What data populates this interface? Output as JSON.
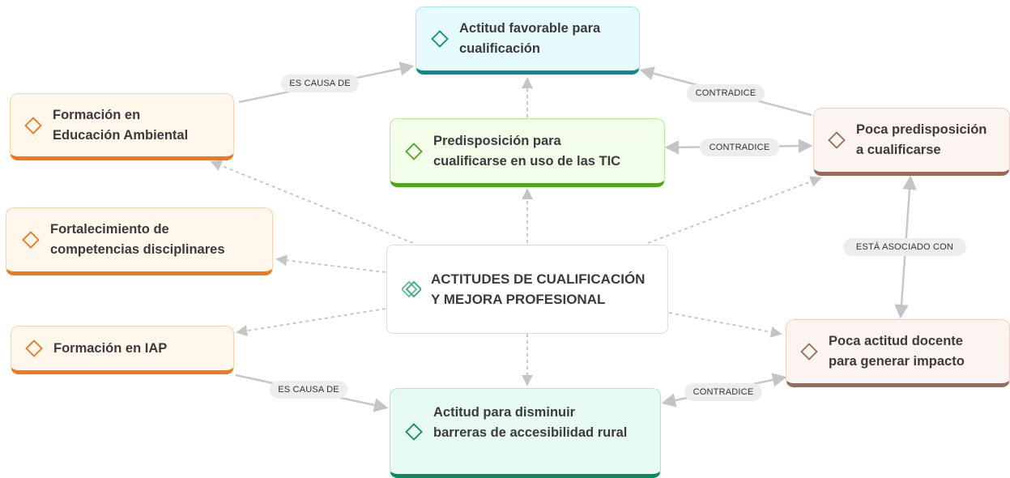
{
  "nodes": {
    "center": {
      "label_line1": "ACTITUDES DE CUALIFICACIÓN",
      "label_line2": "Y MEJORA PROFESIONAL",
      "icon": "double-diamond-icon",
      "color": "#3fae8a"
    },
    "actitud_favorable": {
      "label_line1": "Actitud favorable para",
      "label_line2": "cualificación",
      "icon": "diamond-icon",
      "color": "#0f8890"
    },
    "predisposicion_tic": {
      "label_line1": "Predisposición para",
      "label_line2": "cualificarse en uso de las TIC",
      "icon": "diamond-icon",
      "color": "#4fa61b"
    },
    "actitud_barreras": {
      "label_line1": "Actitud para disminuir",
      "label_line2": "barreras de accesibilidad rural",
      "icon": "diamond-icon",
      "color": "#0e8a5f"
    },
    "formacion_ambiental": {
      "label_line1": "Formación en",
      "label_line2": "Educación Ambiental",
      "icon": "diamond-icon",
      "color": "#f0771a"
    },
    "fortalecimiento": {
      "label_line1": "Fortalecimiento de",
      "label_line2": "competencias disciplinares",
      "icon": "diamond-icon",
      "color": "#f0771a"
    },
    "formacion_iap": {
      "label": "Formación en IAP",
      "icon": "diamond-icon",
      "color": "#f0771a"
    },
    "poca_predisposicion": {
      "label_line1": "Poca predisposición",
      "label_line2": "a cualificarse",
      "icon": "diamond-icon",
      "color": "#9a6a58"
    },
    "poca_actitud": {
      "label_line1": "Poca actitud docente",
      "label_line2": "para generar impacto",
      "icon": "diamond-icon",
      "color": "#9a6a58"
    }
  },
  "relations": {
    "es_causa_de_top": "ES CAUSA DE",
    "contradice_top": "CONTRADICE",
    "contradice_middle": "CONTRADICE",
    "esta_asociado_con": "ESTÁ ASOCIADO CON",
    "es_causa_de_bottom": "ES CAUSA DE",
    "contradice_bottom": "CONTRADICE"
  },
  "colors": {
    "connector_solid": "#c8c8c8",
    "connector_dashed": "#c4c7cc",
    "tag_background": "#ededed"
  }
}
